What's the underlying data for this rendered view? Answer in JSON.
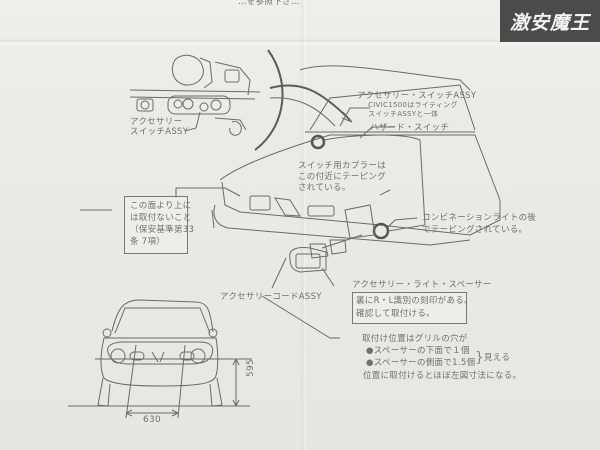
{
  "document": {
    "type": "installation-manual-diagram",
    "top_partial_text": "…を参照下さ…",
    "watermark_logo": "激安魔王"
  },
  "labels": {
    "accessory_switch_assy_left": [
      "アクセサリー",
      "スイッチASSY"
    ],
    "accessory_switch_assy_top": "アクセサリー・スイッチASSY",
    "civic_note": [
      "CIVIC1500はライティング",
      "スイッチASSYと一体"
    ],
    "hazard_switch": "ハザード・スイッチ",
    "coupler_note": [
      "スイッチ用カプラーは",
      "この付近にテーピング",
      "されている。"
    ],
    "height_limit_note": [
      "この面より上に",
      "は取付ないこと",
      "（保安基準第33",
      "条 7項）"
    ],
    "combination_light_note": [
      "コンビネーションライトの後",
      "でテーピングされている。"
    ],
    "accessory_light_spacer": "アクセサリー・ライト・スペーサー",
    "spacer_note": [
      "裏にR・L識別の刻印がある。",
      "確認して取付ける。"
    ],
    "accessory_cord_assy": "アクセサリーコードASSY",
    "mounting_position_note": {
      "line1": "取付け位置はグリルの穴が",
      "bullet1": "●スペーサーの下面で１個",
      "bullet2": "●スペーサーの側面で1.5個",
      "bracket_label": "見える",
      "line4": "位置に取付けるとほぼ左図寸法になる。"
    }
  },
  "dimensions": {
    "width_mm": "630",
    "height_mm": "595"
  }
}
